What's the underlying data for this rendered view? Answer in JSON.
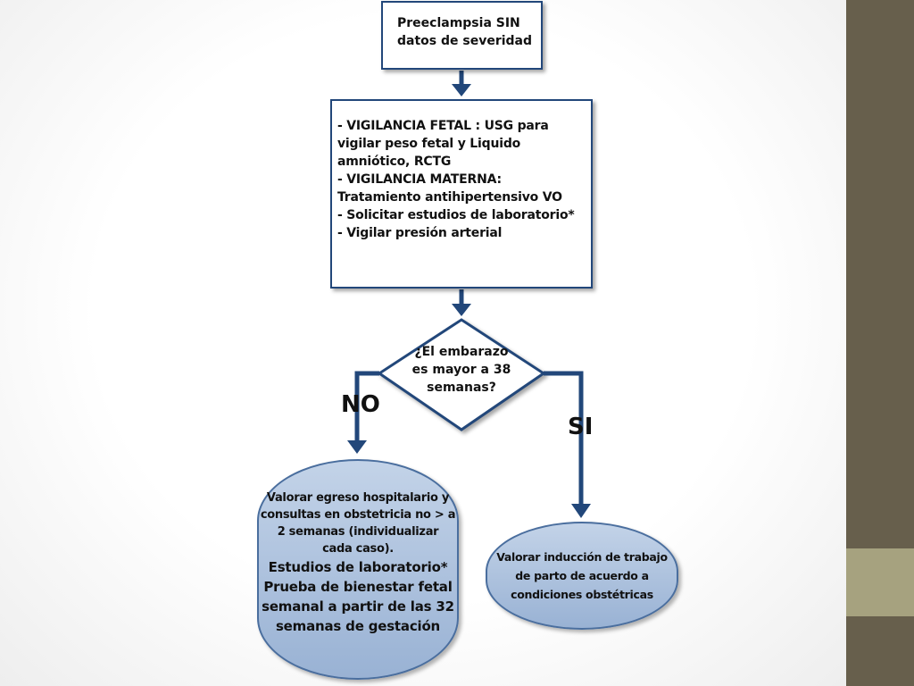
{
  "theme": {
    "side_bar_color": "#675f4c",
    "side_accent_color": "#a6a27f",
    "arrow_color": "#22477a",
    "oval_fill": "#aabfdd"
  },
  "flow": {
    "start_box": {
      "lines": [
        "Preeclampsia SIN",
        "datos de severidad"
      ]
    },
    "surveillance_box": {
      "lines": [
        "- VIGILANCIA FETAL : USG para",
        "vigilar peso fetal y Liquido",
        "amniótico, RCTG",
        "- VIGILANCIA MATERNA:",
        "Tratamiento antihipertensivo VO",
        "- Solicitar estudios de laboratorio*",
        "- Vigilar presión arterial"
      ]
    },
    "decision": {
      "lines": [
        "¿El embarazo",
        "es mayor a 38",
        "semanas?"
      ]
    },
    "branch_no_label": "NO",
    "branch_si_label": "SI",
    "no_outcome": {
      "small_lines": [
        "Valorar egreso hospitalario y",
        "consultas en obstetricia no > a",
        "2 semanas (individualizar",
        "cada caso)."
      ],
      "big_lines": [
        "Estudios de laboratorio*",
        "Prueba de bienestar fetal",
        "semanal a partir de las 32",
        "semanas de gestación"
      ]
    },
    "si_outcome": {
      "lines": [
        "Valorar inducción de trabajo",
        "de parto de acuerdo a",
        "condiciones obstétricas"
      ]
    }
  }
}
